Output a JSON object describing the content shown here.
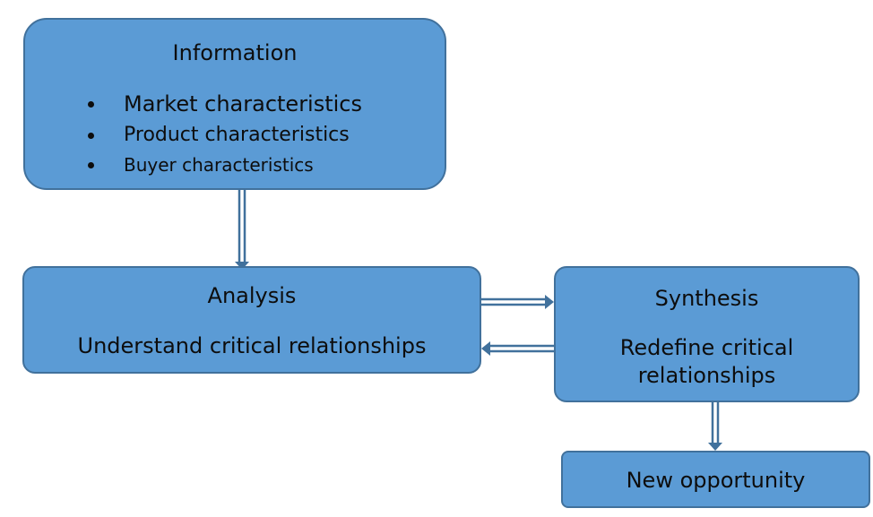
{
  "information": {
    "title": "Information",
    "items": [
      "Market characteristics",
      "Product characteristics",
      "Buyer characteristics"
    ]
  },
  "analysis": {
    "title": "Analysis",
    "body": "Understand critical relationships"
  },
  "synthesis": {
    "title": "Synthesis",
    "body": "Redefine critical relationships"
  },
  "opportunity": {
    "title": "New opportunity"
  },
  "colors": {
    "box_fill": "#5b9bd5",
    "box_border": "#41719c",
    "arrow": "#41719c",
    "text": "#0d0d0d"
  }
}
